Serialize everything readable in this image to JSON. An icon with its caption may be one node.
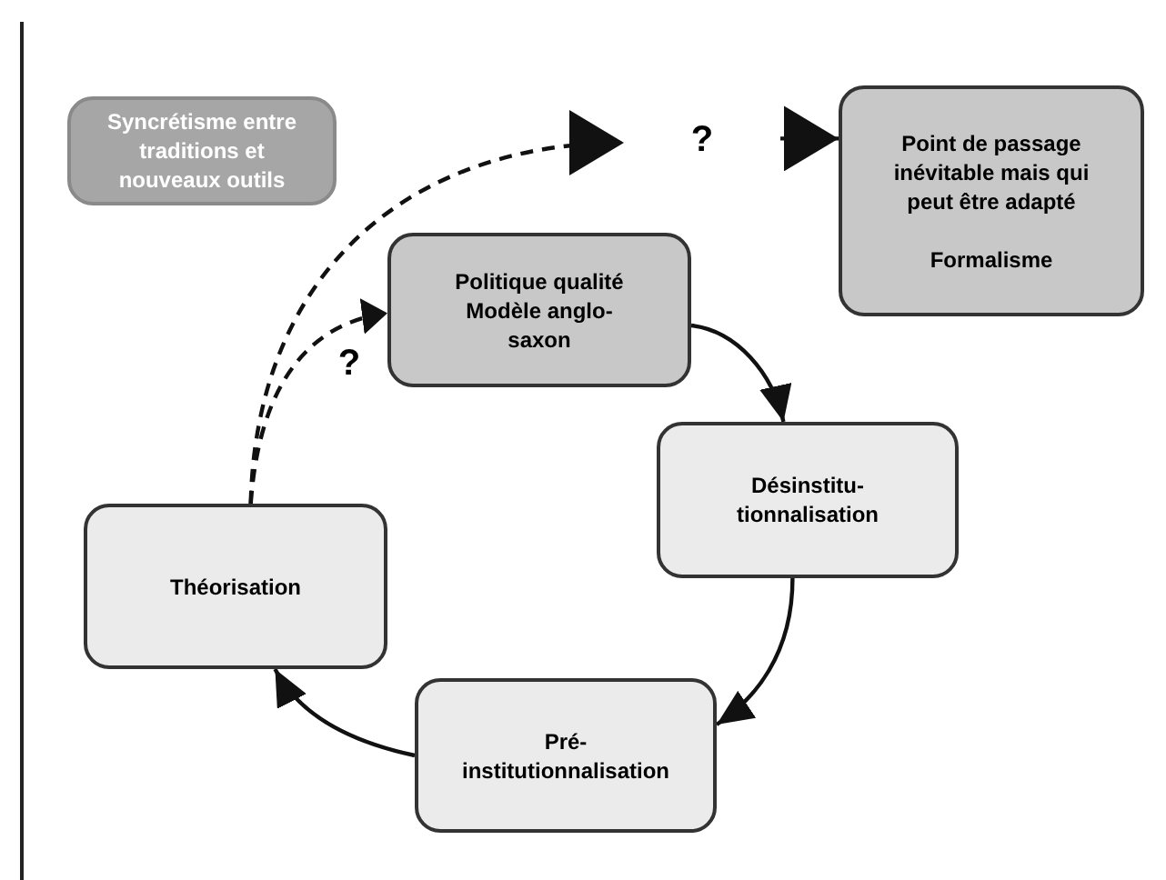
{
  "diagram": {
    "nodes": [
      {
        "text": [
          "Syncrétisme entre traditions et nouveaux outils"
        ]
      },
      {
        "text": [
          "Politique qualité Modèle anglo-saxon"
        ]
      },
      {
        "text": [
          "Point de passage inévitable mais qui peut être adapté",
          "Formalisme"
        ]
      },
      {
        "text": [
          "Désinstitu-tionnalisation"
        ]
      },
      {
        "text": [
          "Pré-institutionnalisation"
        ]
      },
      {
        "text": [
          "Théorisation"
        ]
      },
      {
        "text": [
          "?"
        ]
      }
    ],
    "edges": [
      {
        "from": 1,
        "to": 3,
        "arrow": "to"
      },
      {
        "from": 3,
        "to": 4,
        "arrow": "to"
      },
      {
        "from": 4,
        "to": 5,
        "arrow": "to"
      },
      {
        "from": 5,
        "to": 1,
        "arrow": "to",
        "label": "?",
        "style": "dashed"
      },
      {
        "from": 5,
        "to": 6,
        "arrow": "to",
        "style": "dashed"
      },
      {
        "from": 6,
        "to": 2,
        "arrow": "to"
      }
    ]
  }
}
